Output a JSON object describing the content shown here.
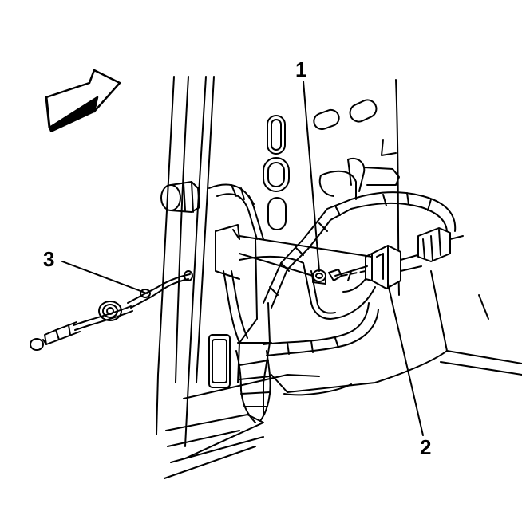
{
  "diagram": {
    "callouts": [
      {
        "id": "1",
        "label": "1"
      },
      {
        "id": "2",
        "label": "2"
      },
      {
        "id": "3",
        "label": "3"
      }
    ],
    "colors": {
      "line": "#000000",
      "background": "#ffffff",
      "arrow_fill": "#ffffff"
    },
    "icons": [
      "direction-arrow-icon"
    ]
  }
}
